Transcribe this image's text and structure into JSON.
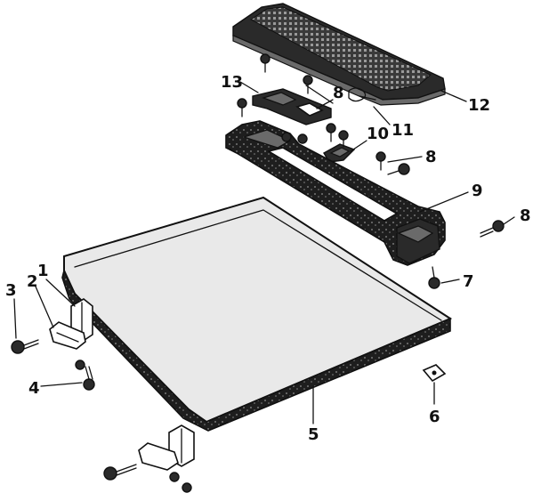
{
  "parts": [
    {
      "id": "1",
      "label": "1"
    },
    {
      "id": "2",
      "label": "2"
    },
    {
      "id": "3",
      "label": "3"
    },
    {
      "id": "4",
      "label": "4"
    },
    {
      "id": "5",
      "label": "5"
    },
    {
      "id": "6",
      "label": "6"
    },
    {
      "id": "7",
      "label": "7"
    },
    {
      "id": "8a",
      "label": "8"
    },
    {
      "id": "8b",
      "label": "8"
    },
    {
      "id": "8c",
      "label": "8"
    },
    {
      "id": "9",
      "label": "9"
    },
    {
      "id": "10",
      "label": "10"
    },
    {
      "id": "11",
      "label": "11"
    },
    {
      "id": "12",
      "label": "12"
    },
    {
      "id": "13",
      "label": "13"
    }
  ]
}
